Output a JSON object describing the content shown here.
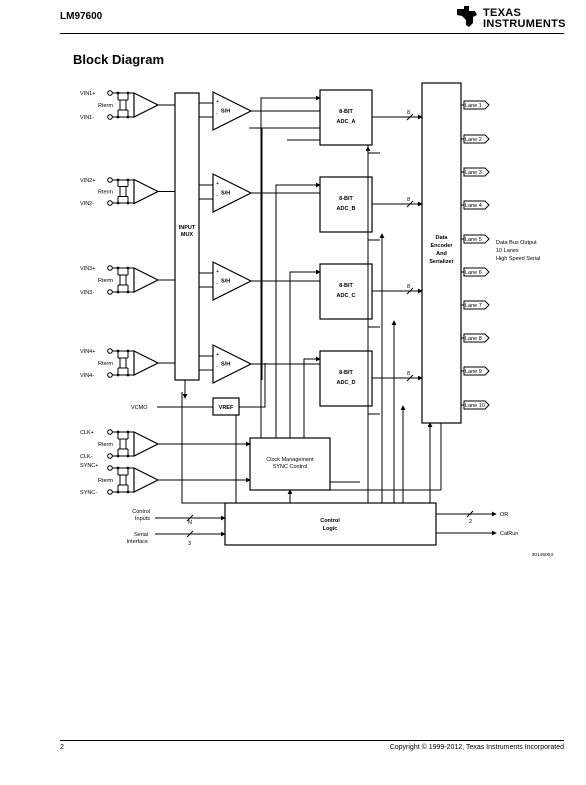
{
  "header": {
    "part_number": "LM97600",
    "logo_line1": "TEXAS",
    "logo_line2": "INSTRUMENTS"
  },
  "title": "Block Diagram",
  "inputs": [
    {
      "pos": "VIN1+",
      "neg": "VIN1-",
      "rterm": "Rterm"
    },
    {
      "pos": "VIN2+",
      "neg": "VIN2-",
      "rterm": "Rterm"
    },
    {
      "pos": "VIN3+",
      "neg": "VIN3-",
      "rterm": "Rterm"
    },
    {
      "pos": "VIN4+",
      "neg": "VIN4-",
      "rterm": "Rterm"
    }
  ],
  "sh_label": "S/H",
  "mux_label": [
    "INPUT",
    "MUX"
  ],
  "adcs": [
    {
      "line1": "8-BIT",
      "line2": "ADC_A"
    },
    {
      "line1": "8-BIT",
      "line2": "ADC_B"
    },
    {
      "line1": "8-BIT",
      "line2": "ADC_C"
    },
    {
      "line1": "8-BIT",
      "line2": "ADC_D"
    }
  ],
  "bus_width": "8",
  "serializer_label": [
    "Data",
    "Encoder",
    "And",
    "Serializer"
  ],
  "lanes": [
    "Lane 1",
    "Lane 2",
    "Lane 3",
    "Lane 4",
    "Lane 5",
    "Lane 6",
    "Lane 7",
    "Lane 8",
    "Lane 9",
    "Lane 10"
  ],
  "data_bus_note": [
    "Data Bus Output",
    "10 Lanes",
    "High Speed Serial"
  ],
  "vcmo": "VCMO",
  "vref": "VREF",
  "clk_pos": "CLK+",
  "clk_neg": "CLK-",
  "sync_pos": "SYNC+",
  "sync_neg": "SYNC-",
  "clock_mgmt": [
    "Clock Management",
    "SYNC Control"
  ],
  "control_inputs": [
    "Control",
    "Inputs"
  ],
  "control_inputs_bus": "N",
  "serial_interface": [
    "Serial",
    "Interface"
  ],
  "serial_bus": "3",
  "control_logic": [
    "Control",
    "Logic"
  ],
  "or_output": "OR",
  "or_bus": "2",
  "calrun_output": "CalRun",
  "figure_id": "30145003",
  "footer": {
    "page": "2",
    "copyright": "Copyright © 1999-2012, Texas Instruments Incorporated"
  }
}
